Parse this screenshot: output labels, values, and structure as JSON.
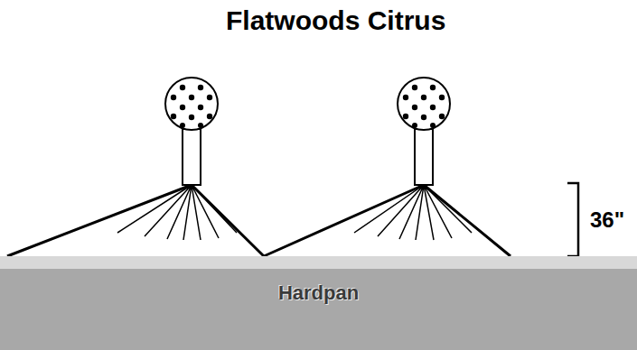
{
  "diagram": {
    "title": "Flatwoods Citrus",
    "nodes": [
      {
        "text": [
          "Hardpan"
        ]
      }
    ],
    "labels": [
      "36\""
    ]
  }
}
